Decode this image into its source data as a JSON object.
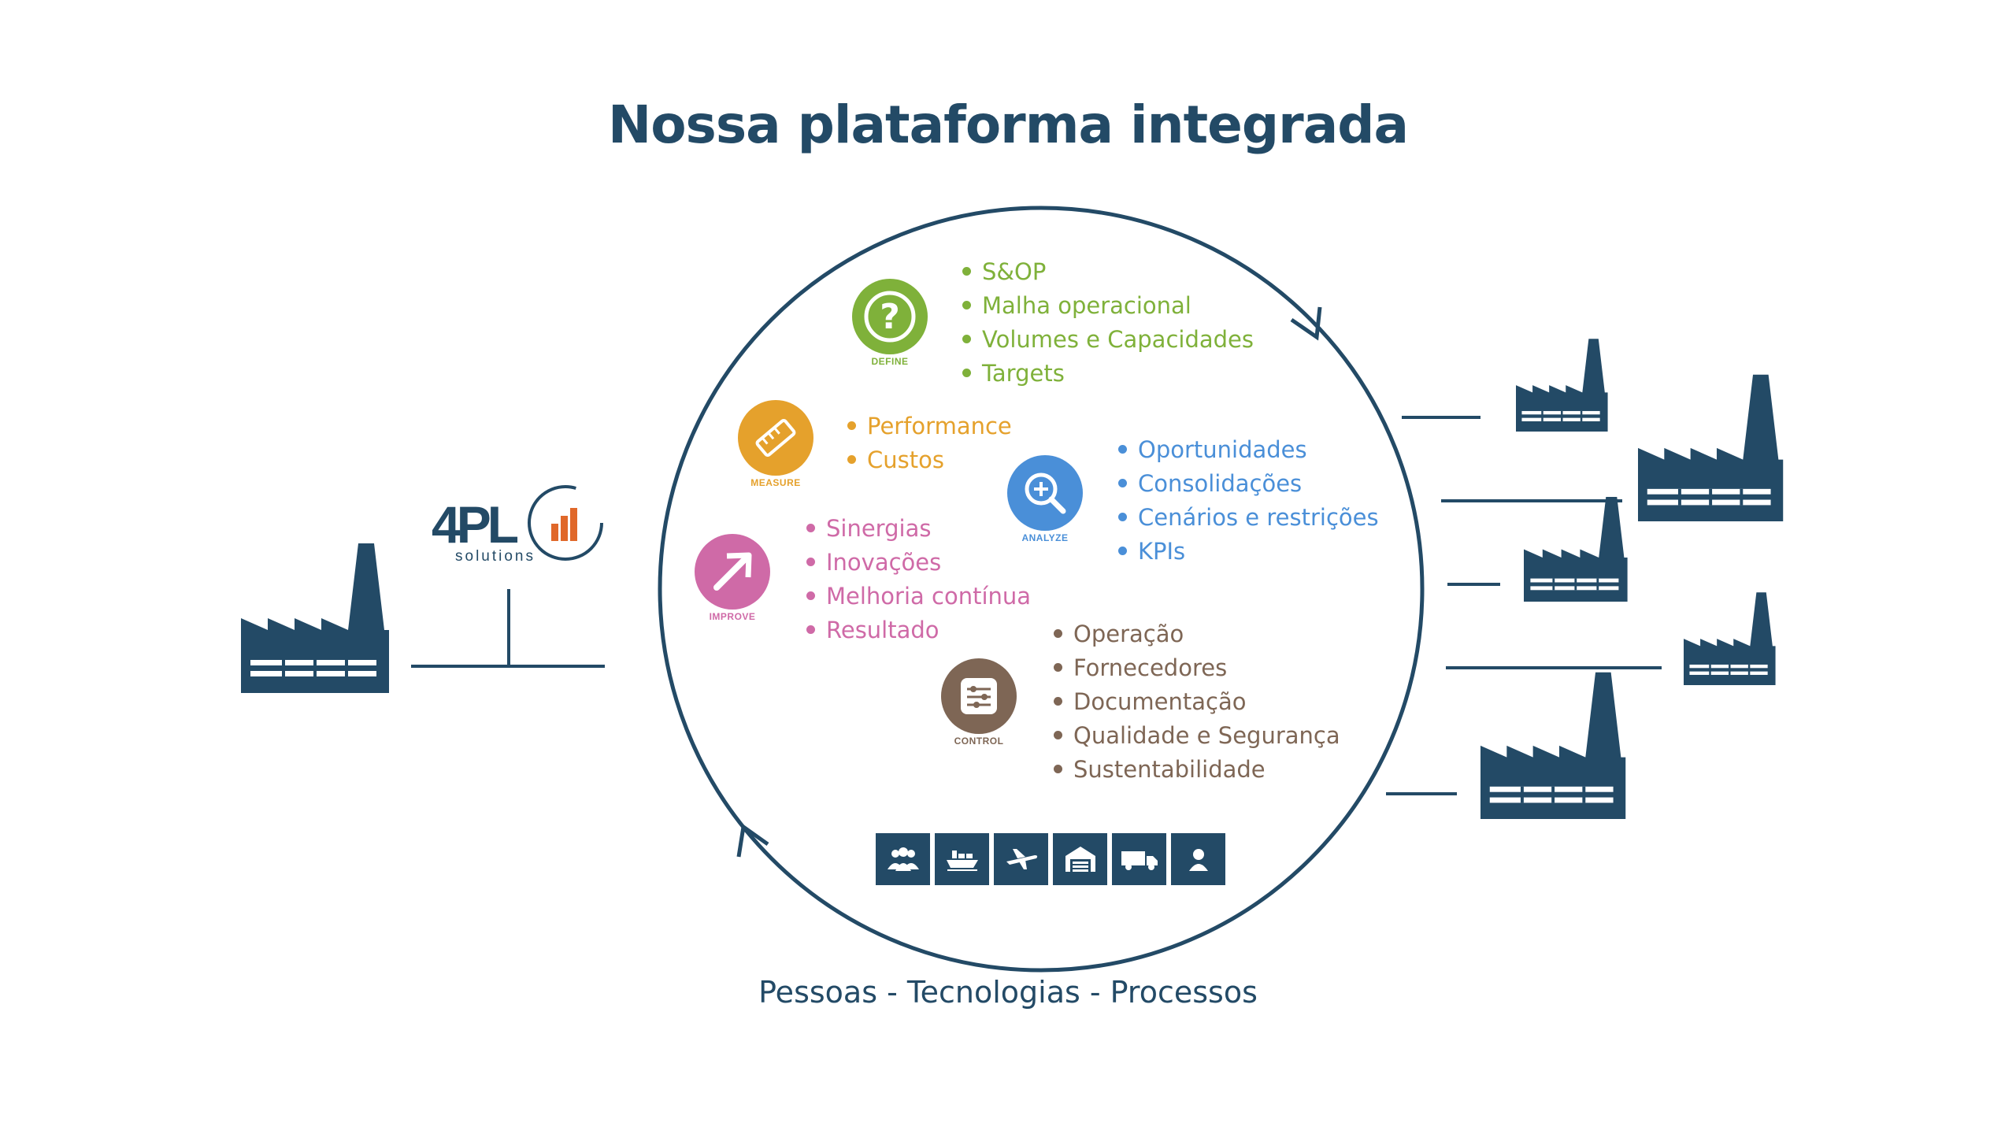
{
  "title": "Nossa plataforma integrada",
  "footer": "Pessoas - Tecnologias - Processos",
  "logo": {
    "main": "4PL",
    "sub": "solutions"
  },
  "phases": {
    "define": {
      "caption": "DEFINE",
      "color": "#7fb13a",
      "icon": "question-icon",
      "items": [
        "S&OP",
        "Malha operacional",
        "Volumes e Capacidades",
        "Targets"
      ]
    },
    "measure": {
      "caption": "MEASURE",
      "color": "#e5a12c",
      "icon": "ruler-icon",
      "items": [
        "Performance",
        "Custos"
      ]
    },
    "analyze": {
      "caption": "ANALYZE",
      "color": "#4a8fd8",
      "icon": "magnifier-icon",
      "items": [
        "Oportunidades",
        "Consolidações",
        "Cenários e restrições",
        "KPIs"
      ]
    },
    "improve": {
      "caption": "IMPROVE",
      "color": "#cf6aa7",
      "icon": "arrow-up-right-icon",
      "items": [
        "Sinergias",
        "Inovações",
        "Melhoria contínua",
        "Resultado"
      ]
    },
    "control": {
      "caption": "CONTROL",
      "color": "#7e6655",
      "icon": "sliders-icon",
      "items": [
        "Operação",
        "Fornecedores",
        "Documentação",
        "Qualidade e Segurança",
        "Sustentabilidade"
      ]
    }
  },
  "modes": [
    "people-icon",
    "ship-icon",
    "airplane-icon",
    "warehouse-icon",
    "truck-icon",
    "person-icon"
  ],
  "colors": {
    "primary": "#234a66"
  }
}
